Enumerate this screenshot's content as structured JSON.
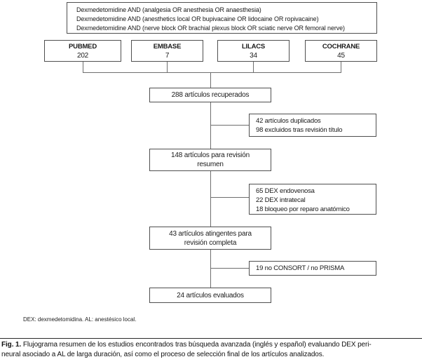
{
  "figure": {
    "search_strategy": {
      "line1": "Dexmedetomidine AND (analgesia OR anesthesia OR anaesthesia)",
      "line2": "Dexmedetomidine AND (anesthetics local OR bupivacaine OR lidocaine OR ropivacaine)",
      "line3": "Dexmedetomidine AND (nerve block OR brachial plexus block OR sciatic nerve OR femoral nerve)"
    },
    "databases": [
      {
        "name": "PUBMED",
        "count": "202"
      },
      {
        "name": "EMBASE",
        "count": "7"
      },
      {
        "name": "LILACS",
        "count": "34"
      },
      {
        "name": "COCHRANE",
        "count": "45"
      }
    ],
    "nodes": {
      "retrieved": "288 artículos recuperados",
      "abstract_review_line1": "148 artículos para revisión",
      "abstract_review_line2": "resumen",
      "full_review_line1": "43 artículos atingentes para",
      "full_review_line2": "revisión completa",
      "evaluated": "24 artículos evaluados"
    },
    "exclusions": {
      "duplicates_line1": "42 artículos duplicados",
      "duplicates_line2": "98 excluidos tras revisión título",
      "notpertinent_line1": "65 DEX endovenosa",
      "notpertinent_line2": "22 DEX intratecal",
      "notpertinent_line3": "18 bloqueo por reparo anatómico",
      "noreporting": "19 no CONSORT / no PRISMA"
    },
    "footnote": "DEX: dexmedetomidina. AL: anestésico local."
  },
  "caption": {
    "label": "Fig. 1.",
    "line1": " Flujograma resumen de los estudios encontrados tras búsqueda avanzada (inglés y español) evaluando DEX peri-",
    "line2": "neural asociado a AL de larga duración, así como el proceso de selección final de los artículos analizados."
  },
  "colors": {
    "box_border": "#4f4f4f",
    "connector": "#6e6e6e",
    "text": "#1a1a1a",
    "background": "#ffffff"
  }
}
